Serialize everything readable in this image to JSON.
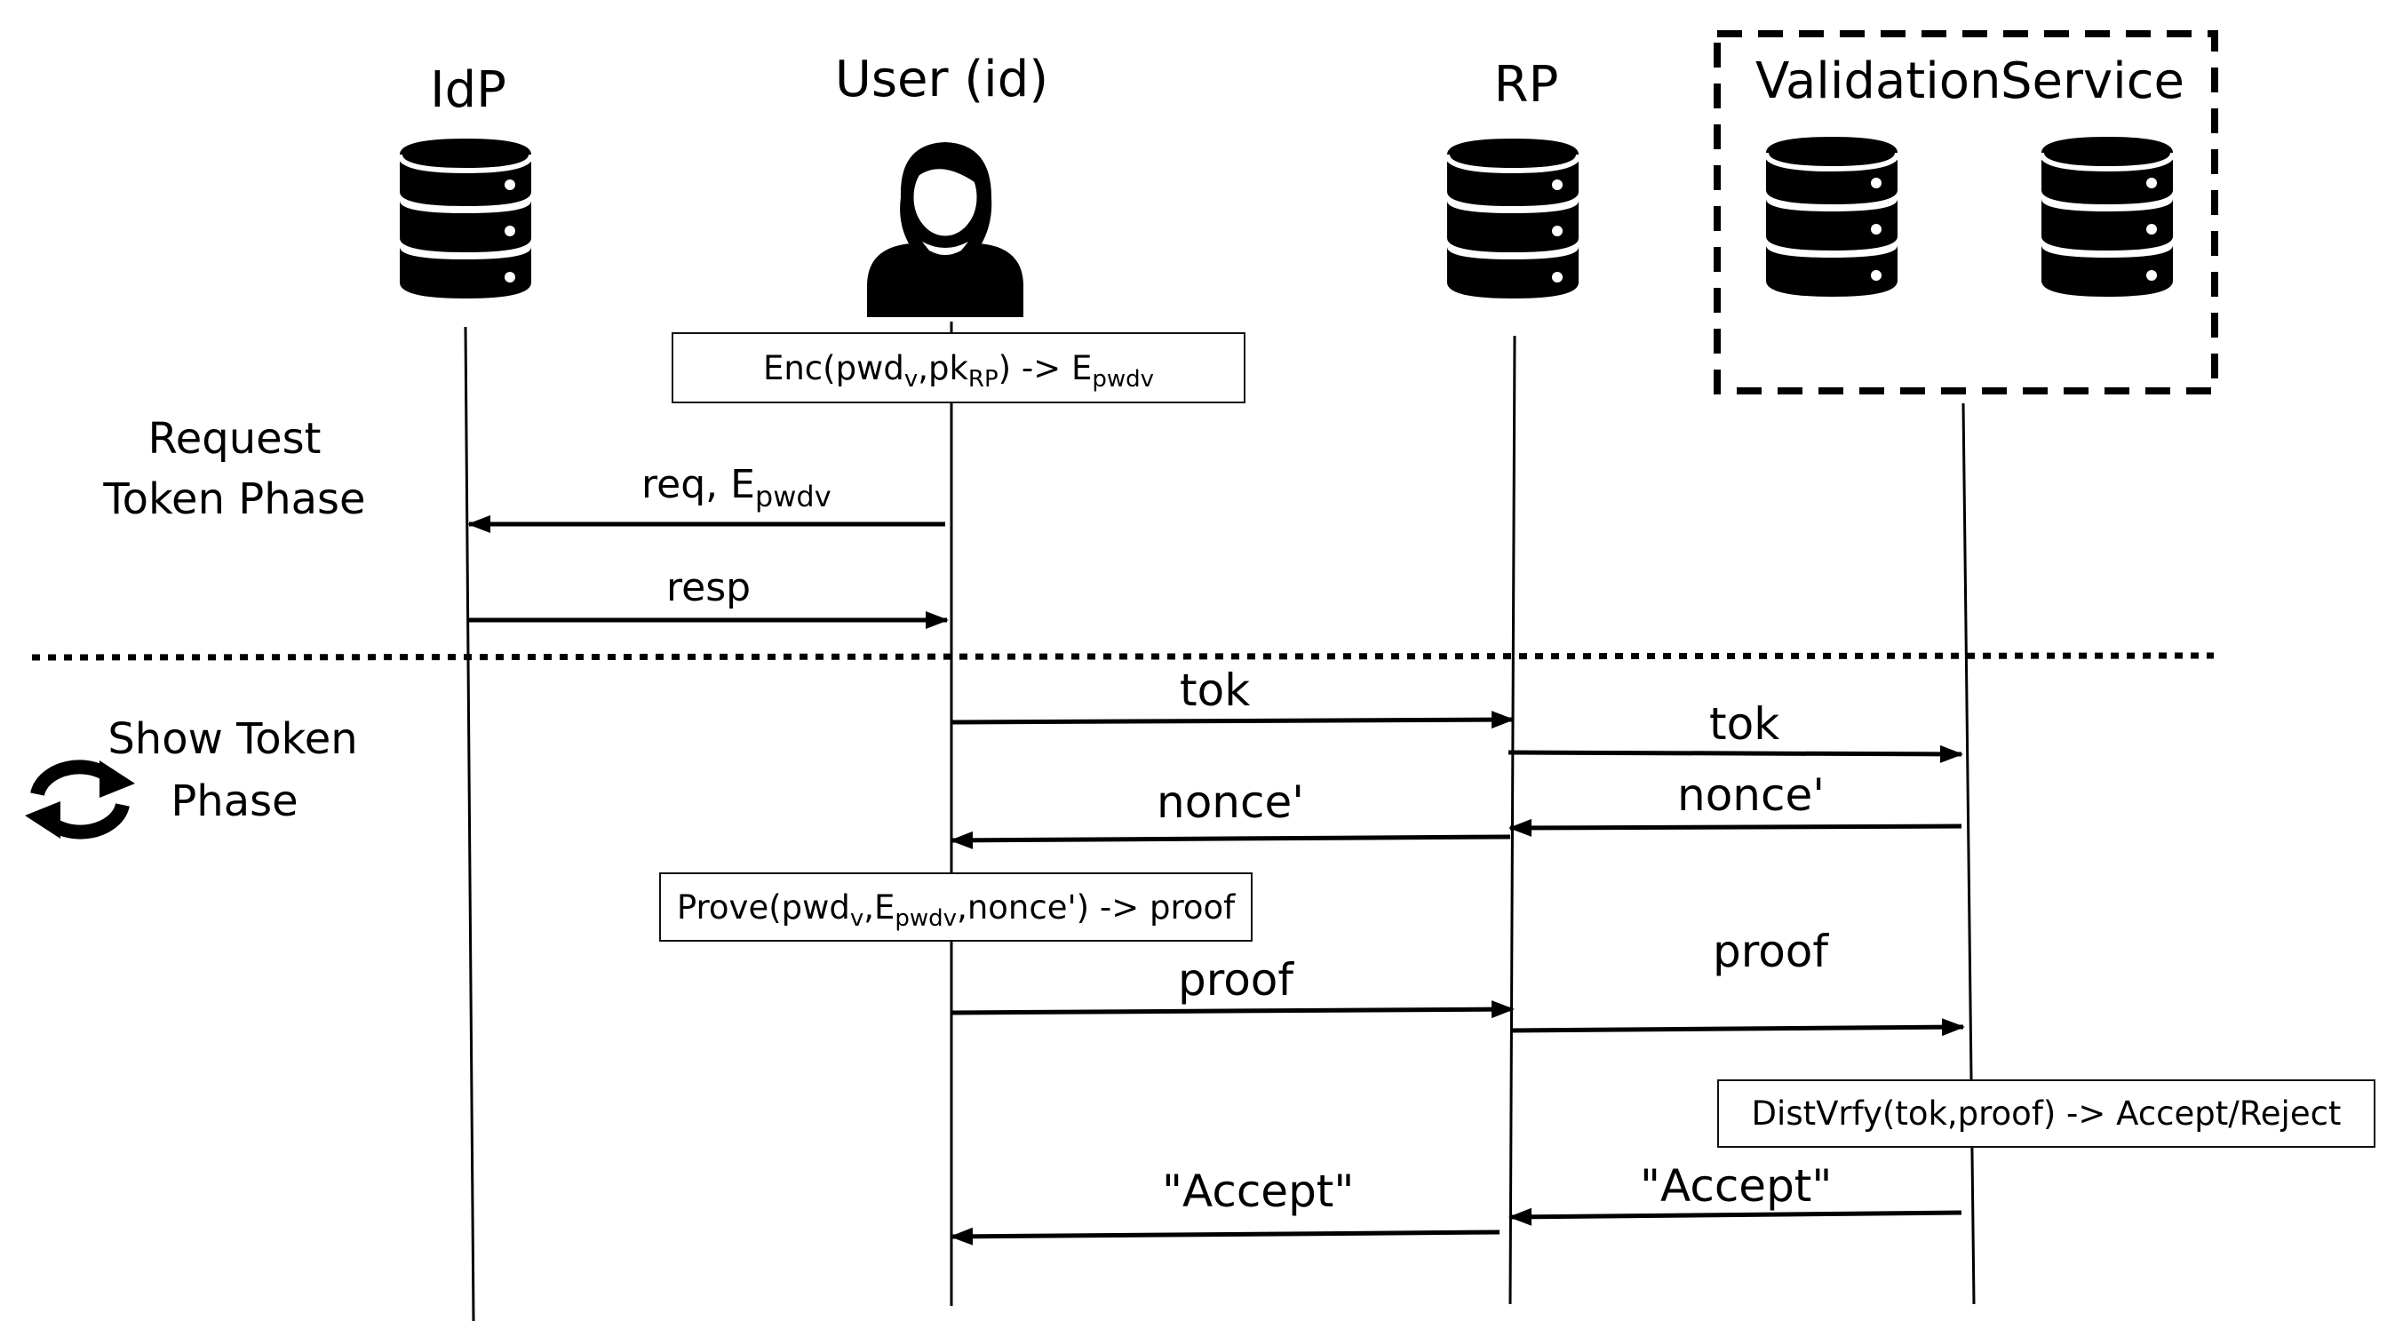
{
  "participants": {
    "idp": "IdP",
    "user": "User (id)",
    "rp": "RP",
    "validation_service_word1": "Validation",
    "validation_service_word2": "Service"
  },
  "phases": {
    "request_line1": "Request",
    "request_line2": "Token Phase",
    "show_line1": "Show Token",
    "show_line2": "Phase"
  },
  "boxes": {
    "enc": {
      "pre": "Enc(pwd",
      "sub1": "v",
      "mid": ",pk",
      "sub2": "RP",
      "post": ") -> E",
      "sub3": "pwdv"
    },
    "prove": {
      "pre": "Prove(pwd",
      "sub1": "v",
      "mid1": ",E",
      "sub2": "pwdv",
      "mid2": ",nonce') -> proof"
    },
    "distvrfy": "DistVrfy(tok,proof)  -> Accept/Reject"
  },
  "messages": {
    "req_pre": "req, E",
    "req_sub": "pwdv",
    "resp": "resp",
    "tok_user_rp": "tok",
    "tok_rp_vs": "tok",
    "nonce_rp_user": "nonce'",
    "nonce_vs_rp": "nonce'",
    "proof_user_rp": "proof",
    "proof_rp_vs": "proof",
    "accept_rp_user": "\"Accept\"",
    "accept_vs_rp": "\"Accept\""
  },
  "icons": {
    "server": "server-database-icon",
    "user": "user-person-icon",
    "phase": "refresh-cycle-icon"
  },
  "colors": {
    "ink": "#000000",
    "background": "#ffffff"
  }
}
